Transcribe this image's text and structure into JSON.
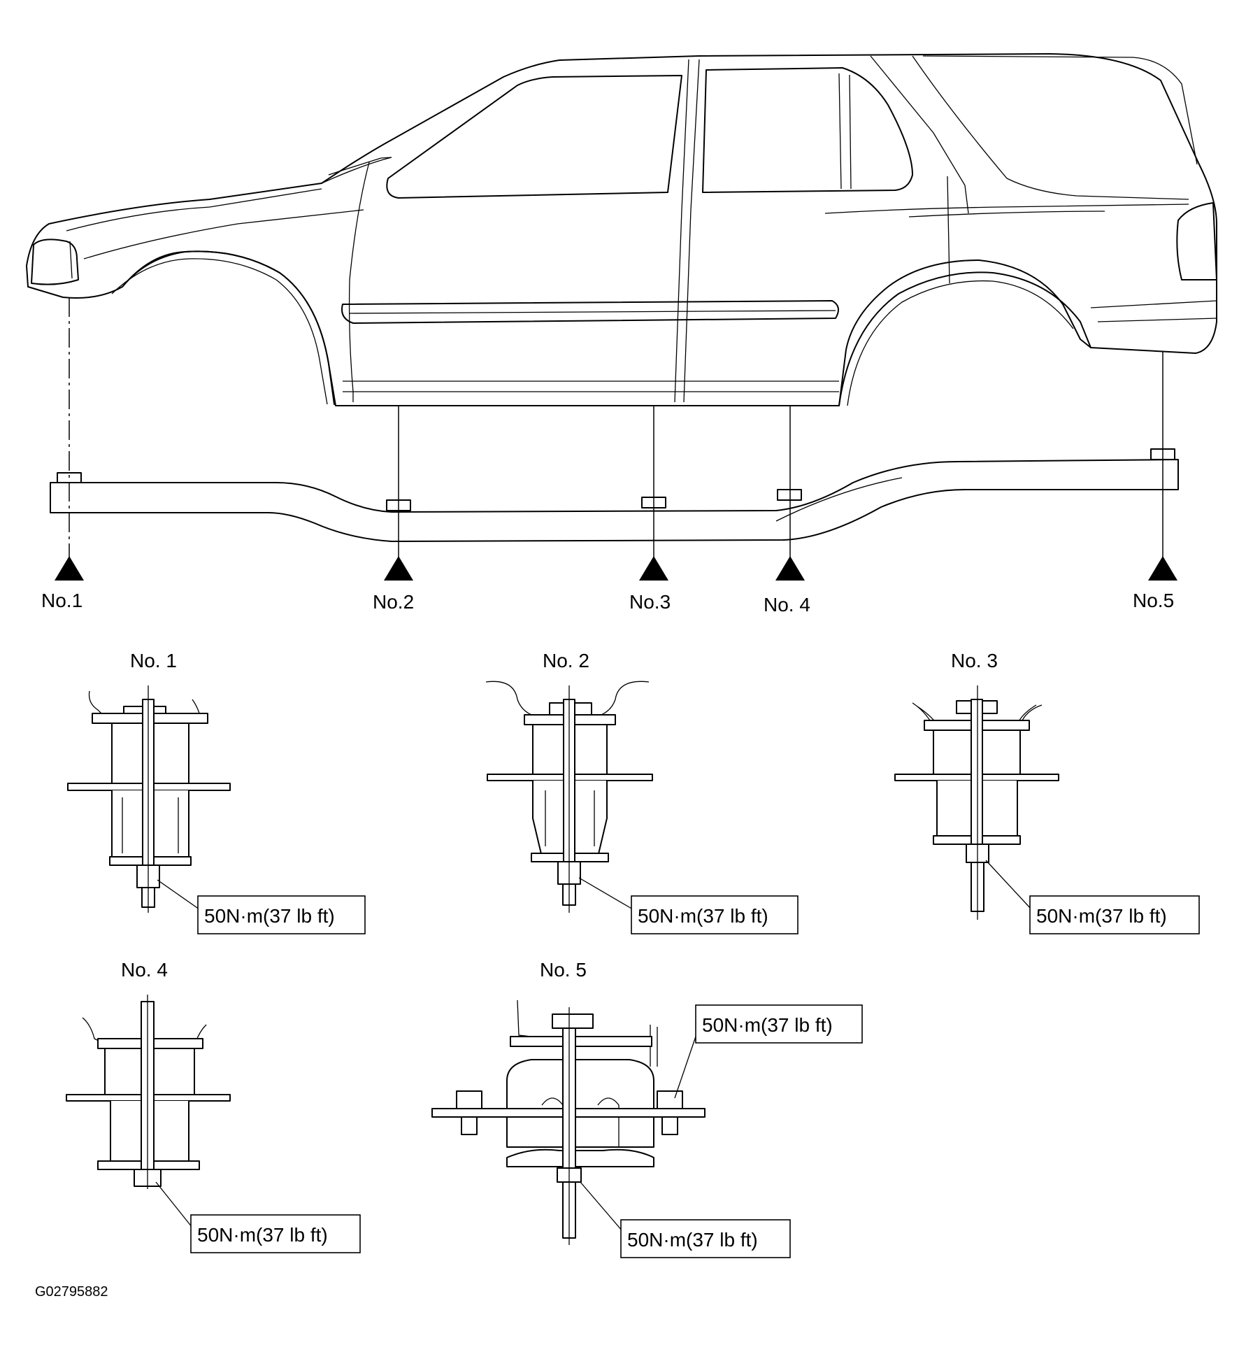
{
  "diagram": {
    "mount_labels": [
      "No.1",
      "No.2",
      "No.3",
      "No. 4",
      "No.5"
    ],
    "detail_titles": [
      "No. 1",
      "No. 2",
      "No. 3",
      "No. 4",
      "No. 5"
    ],
    "torque_spec": "50N·m(37 lb ft)",
    "figure_id": "G02795882"
  }
}
